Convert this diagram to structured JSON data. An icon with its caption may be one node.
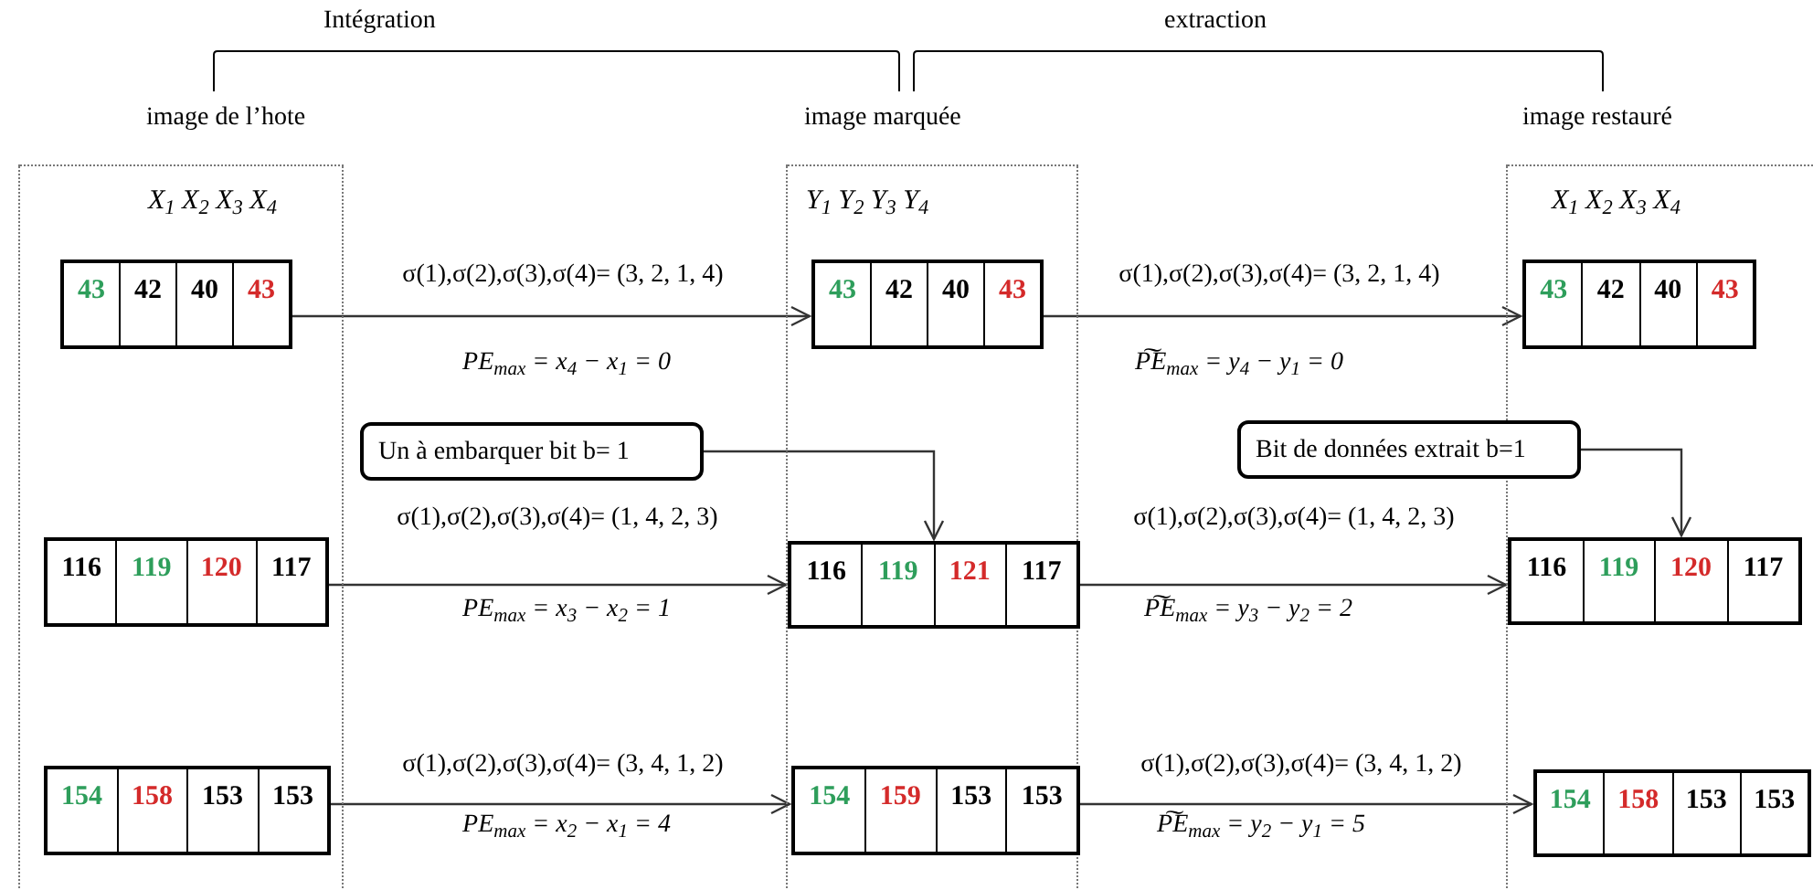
{
  "diagram": {
    "nodes": [
      {
        "text": [
          "image de l’hote",
          "X$_{1}$ X$_{2}$ X$_{3}$ X$_{4}$"
        ]
      },
      {
        "text": [
          "43",
          "42",
          "40",
          "43"
        ],
        "in": 0
      },
      {
        "text": [
          "116",
          "119",
          "120",
          "117"
        ],
        "in": 0
      },
      {
        "text": [
          "154",
          "158",
          "153",
          "153"
        ],
        "in": 0
      },
      {
        "text": [
          "image marquée",
          "Y$_{1}$ Y$_{2}$ Y$_{3}$ Y$_{4}$"
        ]
      },
      {
        "text": [
          "43",
          "42",
          "40",
          "43"
        ],
        "in": 4
      },
      {
        "text": [
          "116",
          "119",
          "121",
          "117"
        ],
        "in": 4
      },
      {
        "text": [
          "154",
          "159",
          "153",
          "153"
        ],
        "in": 4
      },
      {
        "text": [
          "image restauré",
          "X$_{1}$ X$_{2}$ X$_{3}$ X$_{4}$"
        ]
      },
      {
        "text": [
          "43",
          "42",
          "40",
          "43"
        ],
        "in": 8
      },
      {
        "text": [
          "116",
          "119",
          "120",
          "117"
        ],
        "in": 8
      },
      {
        "text": [
          "154",
          "158",
          "153",
          "153"
        ],
        "in": 8
      },
      {
        "text": [
          "Un à embarquer bit b= 1"
        ]
      },
      {
        "text": [
          "Bit de données extrait b=1"
        ]
      }
    ],
    "edges": [
      {
        "from": 1,
        "to": 5,
        "arrow": "to",
        "label": "σ(1),σ(2),σ(3),σ(4)= (3, 2, 1, 4)"
      },
      {
        "from": 5,
        "to": 9,
        "arrow": "to",
        "label": "σ(1),σ(2),σ(3),σ(4)= (3, 2, 1, 4)"
      },
      {
        "from": 2,
        "to": 6,
        "arrow": "to",
        "label": "σ(1),σ(2),σ(3),σ(4)= (1, 4, 2, 3)"
      },
      {
        "from": 6,
        "to": 10,
        "arrow": "to",
        "label": "σ(1),σ(2),σ(3),σ(4)= (1, 4, 2, 3)"
      },
      {
        "from": 3,
        "to": 7,
        "arrow": "to",
        "label": "σ(1),σ(2),σ(3),σ(4)= (3, 4, 1, 2)"
      },
      {
        "from": 7,
        "to": 11,
        "arrow": "to",
        "label": "σ(1),σ(2),σ(3),σ(4)= (3, 4, 1, 2)"
      },
      {
        "from": 12,
        "to": 6,
        "arrow": "to"
      },
      {
        "from": 13,
        "to": 10,
        "arrow": "to"
      }
    ],
    "labels": [
      "Intégration",
      "extraction",
      "PE$_{max}$ = x$_{4}$ − x$_{1}$ = 0",
      "P͠E$_{max}$ = y$_{4}$ − y$_{1}$ = 0",
      "PE$_{max}$ = x$_{3}$ − x$_{2}$ = 1",
      "P͠E$_{max}$ = y$_{3}$ − y$_{2}$ = 2",
      "PE$_{max}$ = x$_{2}$ − x$_{1}$ = 4",
      "P͠E$_{max}$ = y$_{2}$ − y$_{1}$ = 5"
    ]
  }
}
